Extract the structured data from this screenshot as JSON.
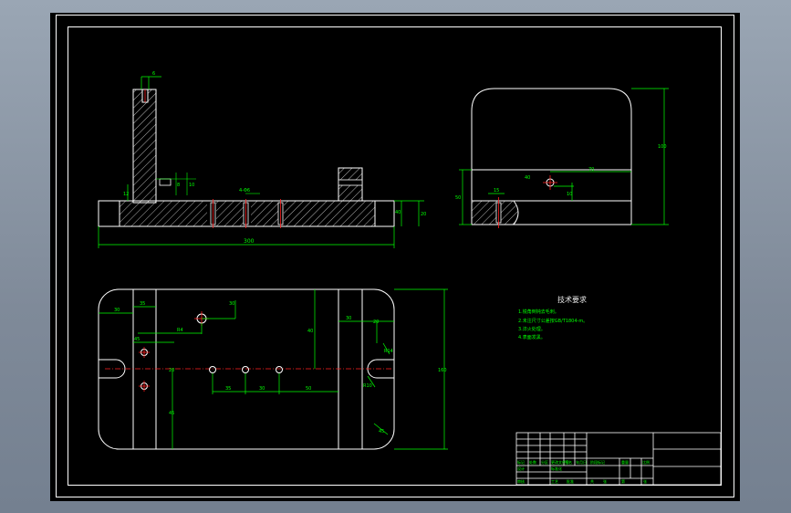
{
  "colors": {
    "background": "#000000",
    "outline": "#ffffff",
    "dimension": "#00ff00",
    "centerline": "#ff2020",
    "frame_bg": "#8d98a7"
  },
  "front_view": {
    "dims": {
      "total_length": "300",
      "slot_width": "6",
      "overall_height": "40",
      "base_thickness": "20",
      "left_wall": "12",
      "step_1": "8",
      "step_2": "10",
      "hole_spacing": "4-Φ6"
    }
  },
  "side_view": {
    "dims": {
      "height": "100",
      "width": "70",
      "hole_offset": "40",
      "hole_vertical": "10",
      "base_height": "50",
      "tab": "15"
    }
  },
  "top_view": {
    "dims": {
      "top_offset": "30",
      "radius_left": "35",
      "hole_dist": "R4",
      "center_dist": "45",
      "upper_right": "30",
      "mid_1": "35",
      "mid_2": "30",
      "mid_3": "50",
      "vert_1": "40",
      "vert_2": "45",
      "overall_height": "160",
      "right_1": "30",
      "right_2": "20",
      "right_3": "R14",
      "slot_dim": "R10",
      "corner_dim": "45"
    }
  },
  "tech_requirements": {
    "title": "技术要求",
    "lines": [
      "1.锐角倒钝去毛刺。",
      "2.未注尺寸公差按GB/T1804-m。",
      "3.淬火处理。",
      "4.表面发黑。"
    ]
  },
  "title_block": {
    "labels": [
      "标记",
      "处数",
      "分区",
      "更改文件号",
      "签名",
      "年月日",
      "设计",
      "审核",
      "工艺",
      "标准化",
      "阶段标记",
      "重量",
      "比例",
      "共",
      "张",
      "第",
      "张",
      "批准"
    ]
  }
}
